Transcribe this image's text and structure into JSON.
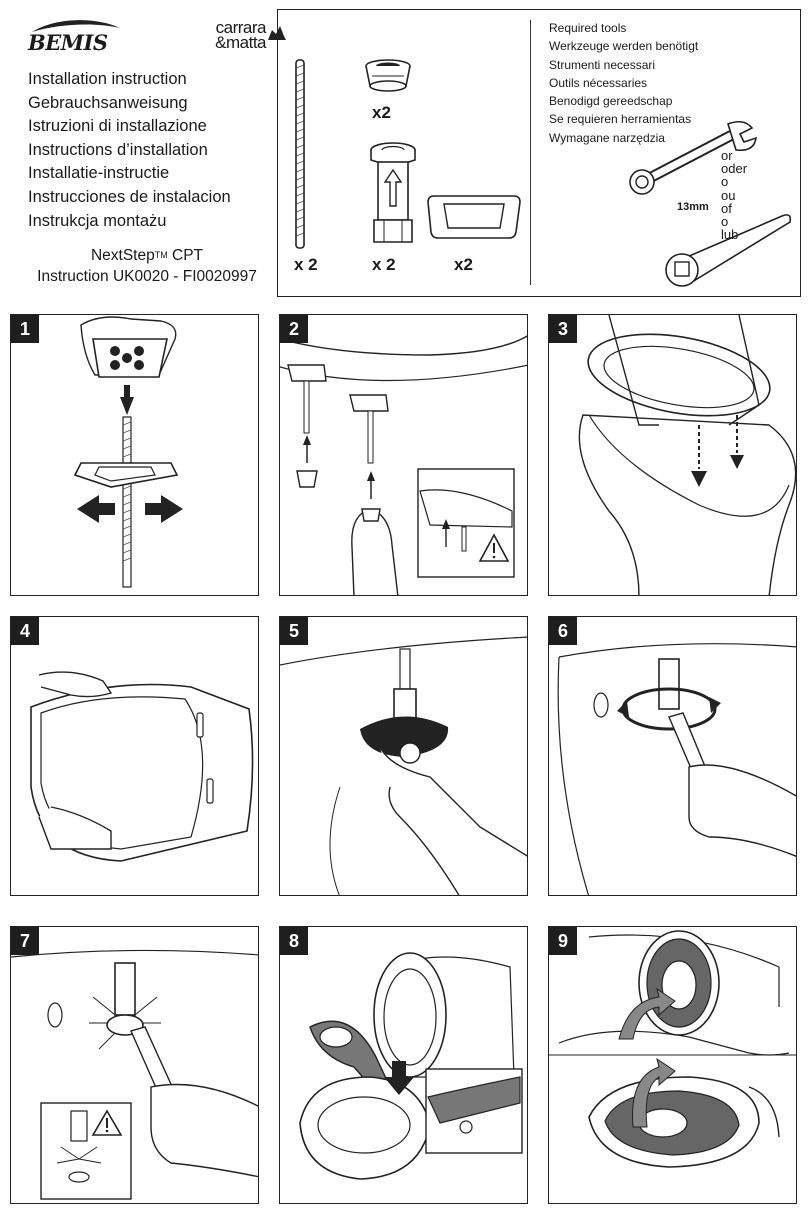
{
  "brand": {
    "logo": "BEMIS",
    "logo2_line1": "carrara",
    "logo2_line2": "&matta"
  },
  "titles": [
    "Installation instruction",
    "Gebrauchsanweisung",
    "Istruzioni di installazione",
    "Instructions d’installation",
    "Installatie-instructie",
    "Instrucciones de instalacion",
    "Instrukcja montażu"
  ],
  "product": {
    "name": "NextStep",
    "tm": "TM",
    "name_suffix": " CPT",
    "instruction": "Instruction UK0020 - FI0020997"
  },
  "parts": {
    "qty_rod": "x 2",
    "qty_cap": "x2",
    "qty_bolt": "x 2",
    "qty_washer": "x2"
  },
  "tools": {
    "lines": [
      "Required tools",
      "Werkzeuge werden benötigt",
      "Strumenti necessari",
      "Outils nécessaries",
      "Benodigd gereedschap",
      "Se requieren herramientas",
      "Wymagane narzędzia"
    ],
    "wrench_size": "13mm",
    "or_words": [
      "or",
      "oder",
      "o",
      "ou",
      "of",
      "o",
      "lub"
    ]
  },
  "steps": [
    "1",
    "2",
    "3",
    "4",
    "5",
    "6",
    "7",
    "8",
    "9"
  ],
  "icons": {
    "warning": "warning-triangle-icon",
    "arrow": "arrow-icon",
    "wrench": "wrench-icon"
  }
}
